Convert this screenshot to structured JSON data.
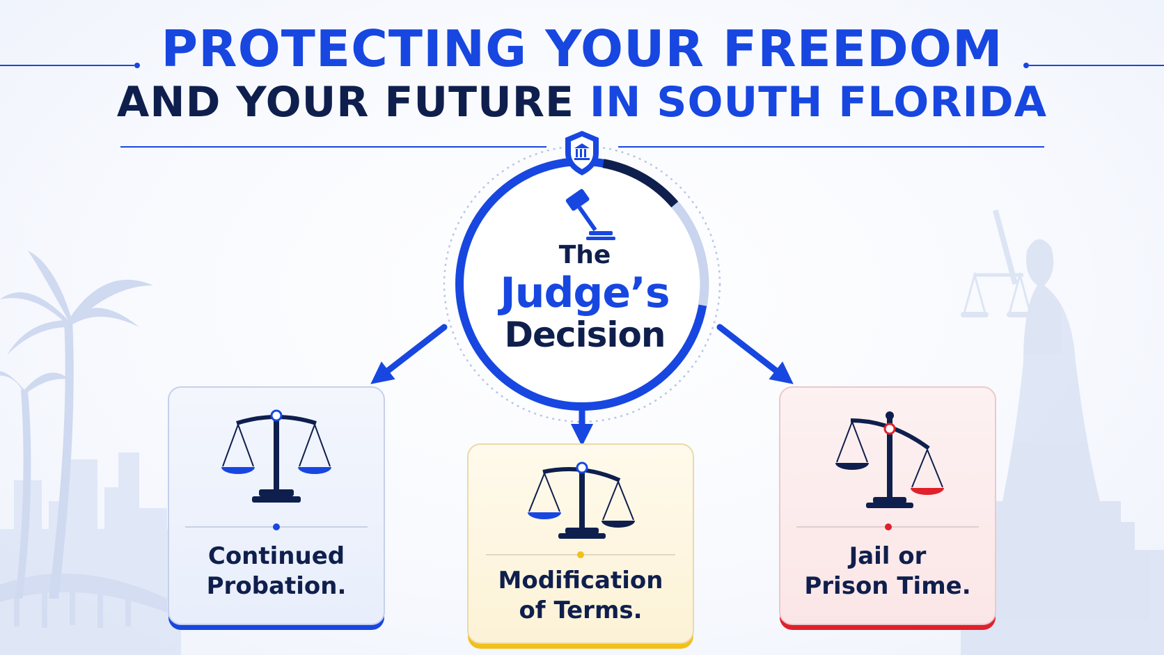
{
  "title": {
    "line1": "PROTECTING YOUR FREEDOM",
    "line2_main": "AND YOUR FUTURE",
    "line2_accent": "IN SOUTH FLORIDA"
  },
  "center": {
    "the": "The",
    "judges": "Judge’s",
    "decision": "Decision"
  },
  "outcomes": [
    {
      "line1": "Continued",
      "line2": "Probation."
    },
    {
      "line1": "Modification",
      "line2": "of Terms."
    },
    {
      "line1": "Jail or",
      "line2": "Prison Time."
    }
  ],
  "colors": {
    "brand_blue": "#1747e0",
    "navy": "#0f1f4d",
    "accent_yellow": "#f2c01a",
    "accent_red": "#e0202a"
  },
  "icons": [
    "shield-courthouse-icon",
    "gavel-icon",
    "scales-balanced-icon",
    "scales-tilted-icon",
    "palm-tree-icon",
    "lady-justice-icon"
  ]
}
